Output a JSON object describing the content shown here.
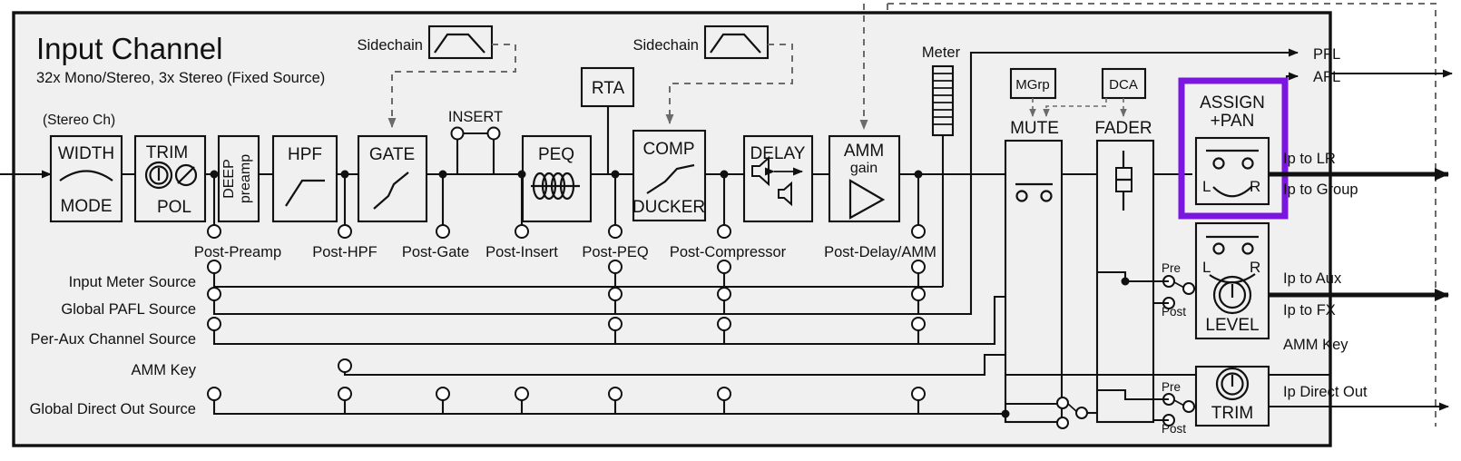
{
  "header": {
    "title": "Input Channel",
    "subtitle": "32x Mono/Stereo, 3x Stereo (Fixed Source)",
    "stereo_note": "(Stereo Ch)"
  },
  "colors": {
    "accent": "#7b16e0",
    "panel": "#f0f0f0",
    "line": "#111111",
    "dashed": "#6b6b6b"
  },
  "signal_blocks": [
    {
      "id": "width-mode",
      "top": "WIDTH",
      "bottom": "MODE",
      "glyph": "stereo-width-arc-icon"
    },
    {
      "id": "trim-pol",
      "top": "TRIM",
      "bottom": "POL",
      "glyph": "knob-and-polarity-icon"
    },
    {
      "id": "deep-preamp",
      "line1": "DEEP",
      "line2": "preamp",
      "glyph": "none"
    },
    {
      "id": "hpf",
      "top": "HPF",
      "glyph": "highpass-curve-icon"
    },
    {
      "id": "gate",
      "top": "GATE",
      "glyph": "gate-curve-icon"
    },
    {
      "id": "peq",
      "top": "PEQ",
      "glyph": "parametric-eq-bells-icon"
    },
    {
      "id": "comp-ducker",
      "top": "COMP",
      "bottom": "DUCKER",
      "glyph": "compressor-curve-icon"
    },
    {
      "id": "delay",
      "top": "DELAY",
      "glyph": "delay-speakers-icon"
    },
    {
      "id": "amm-gain",
      "line1": "AMM",
      "line2": "gain",
      "glyph": "amplifier-triangle-icon"
    }
  ],
  "labels": {
    "insert": "INSERT",
    "rta": "RTA",
    "meter": "Meter",
    "sidechain_gate": "Sidechain",
    "sidechain_comp": "Sidechain",
    "mgrp": "MGrp",
    "dca": "DCA",
    "mute": "MUTE",
    "fader": "FADER",
    "assign_pan_line1": "ASSIGN",
    "assign_pan_line2": "+PAN",
    "level": "LEVEL",
    "trim": "TRIM",
    "pan_left": "L",
    "pan_right": "R",
    "pre": "Pre",
    "post": "Post"
  },
  "tap_points": [
    "Post-Preamp",
    "Post-HPF",
    "Post-Gate",
    "Post-Insert",
    "Post-PEQ",
    "Post-Compressor",
    "Post-Delay/AMM"
  ],
  "source_rails": [
    "Input Meter Source",
    "Global PAFL Source",
    "Per-Aux Channel Source",
    "AMM Key",
    "Global Direct Out Source"
  ],
  "outputs": [
    "PFL",
    "AFL",
    "Ip to LR",
    "Ip to Group",
    "Ip to Aux",
    "Ip to FX",
    "AMM Key",
    "Ip Direct Out"
  ]
}
